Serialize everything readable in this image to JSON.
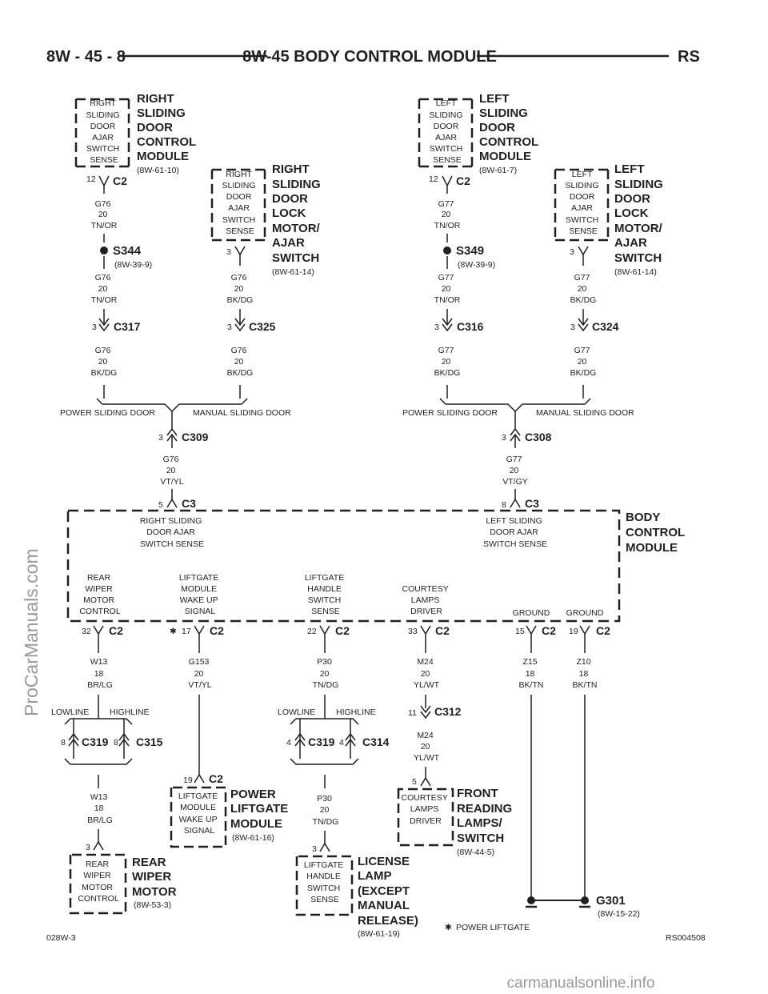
{
  "header": {
    "left": "8W - 45 - 8",
    "title": "8W-45 BODY CONTROL MODULE",
    "right": "RS"
  },
  "right_door_module": {
    "inside": [
      "RIGHT",
      "SLIDING",
      "DOOR",
      "AJAR",
      "SWITCH",
      "SENSE"
    ],
    "label": [
      "RIGHT",
      "SLIDING",
      "DOOR",
      "CONTROL",
      "MODULE"
    ],
    "ref": "(8W-61-10)",
    "pin": "12",
    "conn": "C2"
  },
  "right_lock_motor": {
    "inside": [
      "RIGHT",
      "SLIDING",
      "DOOR",
      "AJAR",
      "SWITCH",
      "SENSE"
    ],
    "label": [
      "RIGHT",
      "SLIDING",
      "DOOR",
      "LOCK",
      "MOTOR/",
      "AJAR",
      "SWITCH"
    ],
    "ref": "(8W-61-14)",
    "pin": "3"
  },
  "left_door_module": {
    "inside": [
      "LEFT",
      "SLIDING",
      "DOOR",
      "AJAR",
      "SWITCH",
      "SENSE"
    ],
    "label": [
      "LEFT",
      "SLIDING",
      "DOOR",
      "CONTROL",
      "MODULE"
    ],
    "ref": "(8W-61-7)",
    "pin": "12",
    "conn": "C2"
  },
  "left_lock_motor": {
    "inside": [
      "LEFT",
      "SLIDING",
      "DOOR",
      "AJAR",
      "SWITCH",
      "SENSE"
    ],
    "label": [
      "LEFT",
      "SLIDING",
      "DOOR",
      "LOCK",
      "MOTOR/",
      "AJAR",
      "SWITCH"
    ],
    "ref": "(8W-61-14)",
    "pin": "3"
  },
  "splices": {
    "s344": {
      "name": "S344",
      "ref": "(8W-39-9)"
    },
    "s349": {
      "name": "S349",
      "ref": "(8W-39-9)"
    }
  },
  "wires": {
    "g76_tnor": [
      "G76",
      "20",
      "TN/OR"
    ],
    "g76_bkdg": [
      "G76",
      "20",
      "BK/DG"
    ],
    "g76_vtyl": [
      "G76",
      "20",
      "VT/YL"
    ],
    "g77_tnor": [
      "G77",
      "20",
      "TN/OR"
    ],
    "g77_bkdg": [
      "G77",
      "20",
      "BK/DG"
    ],
    "g77_vtgy": [
      "G77",
      "20",
      "VT/GY"
    ],
    "w13": [
      "W13",
      "18",
      "BR/LG"
    ],
    "g153": [
      "G153",
      "20",
      "VT/YL"
    ],
    "p30": [
      "P30",
      "20",
      "TN/DG"
    ],
    "m24": [
      "M24",
      "20",
      "YL/WT"
    ],
    "z15": [
      "Z15",
      "18",
      "BK/TN"
    ],
    "z10": [
      "Z10",
      "18",
      "BK/TN"
    ]
  },
  "connectors": {
    "c317": {
      "pin": "3",
      "name": "C317"
    },
    "c325": {
      "pin": "3",
      "name": "C325"
    },
    "c316": {
      "pin": "3",
      "name": "C316"
    },
    "c324": {
      "pin": "3",
      "name": "C324"
    },
    "c309": {
      "pin": "3",
      "name": "C309"
    },
    "c308": {
      "pin": "3",
      "name": "C308"
    },
    "c3_right": {
      "pin": "5",
      "name": "C3"
    },
    "c3_left": {
      "pin": "8",
      "name": "C3"
    },
    "c312": {
      "pin": "11",
      "name": "C312"
    },
    "c319a": {
      "pin": "8",
      "name": "C319"
    },
    "c315": {
      "pin": "8",
      "name": "C315"
    },
    "c319b": {
      "pin": "4",
      "name": "C319"
    },
    "c314": {
      "pin": "4",
      "name": "C314"
    }
  },
  "option_labels": {
    "power_door": "POWER SLIDING DOOR",
    "manual_door": "MANUAL SLIDING DOOR",
    "lowline": "LOWLINE",
    "highline": "HIGHLINE"
  },
  "bcm": {
    "label": [
      "BODY",
      "CONTROL",
      "MODULE"
    ],
    "right_sense": [
      "RIGHT SLIDING",
      "DOOR AJAR",
      "SWITCH SENSE"
    ],
    "left_sense": [
      "LEFT SLIDING",
      "DOOR AJAR",
      "SWITCH SENSE"
    ],
    "pins": [
      {
        "text": [
          "REAR",
          "WIPER",
          "MOTOR",
          "CONTROL"
        ],
        "pin": "32",
        "conn": "C2"
      },
      {
        "text": [
          "LIFTGATE",
          "MODULE",
          "WAKE UP",
          "SIGNAL"
        ],
        "pin": "17",
        "conn": "C2"
      },
      {
        "text": [
          "LIFTGATE",
          "HANDLE",
          "SWITCH",
          "SENSE"
        ],
        "pin": "22",
        "conn": "C2"
      },
      {
        "text": [
          "COURTESY",
          "LAMPS",
          "DRIVER"
        ],
        "pin": "33",
        "conn": "C2"
      },
      {
        "text": [
          "GROUND"
        ],
        "pin": "15",
        "conn": "C2"
      },
      {
        "text": [
          "GROUND"
        ],
        "pin": "19",
        "conn": "C2"
      }
    ]
  },
  "rear_wiper": {
    "inside": [
      "REAR",
      "WIPER",
      "MOTOR",
      "CONTROL"
    ],
    "label": [
      "REAR",
      "WIPER",
      "MOTOR"
    ],
    "ref": "(8W-53-3)",
    "pin": "3"
  },
  "power_liftgate": {
    "inside": [
      "LIFTGATE",
      "MODULE",
      "WAKE UP",
      "SIGNAL"
    ],
    "label": [
      "POWER",
      "LIFTGATE",
      "MODULE"
    ],
    "ref": "(8W-61-16)",
    "pin": "19",
    "conn": "C2"
  },
  "license_lamp": {
    "inside": [
      "LIFTGATE",
      "HANDLE",
      "SWITCH",
      "SENSE"
    ],
    "label": [
      "LICENSE",
      "LAMP",
      "(EXCEPT",
      "MANUAL",
      "RELEASE)"
    ],
    "ref": "(8W-61-19)",
    "pin": "3"
  },
  "front_reading": {
    "inside": [
      "COURTESY",
      "LAMPS",
      "DRIVER"
    ],
    "label": [
      "FRONT",
      "READING",
      "LAMPS/",
      "SWITCH"
    ],
    "ref": "(8W-44-5)",
    "pin": "5"
  },
  "ground": {
    "name": "G301",
    "ref": "(8W-15-22)"
  },
  "footnote": {
    "star": "✱",
    "text": "POWER LIFTGATE"
  },
  "footer": {
    "left": "028W-3",
    "right": "RS004508"
  },
  "watermarks": {
    "side": "ProCarManuals.com",
    "bottom": "carmanualsonline.info"
  }
}
